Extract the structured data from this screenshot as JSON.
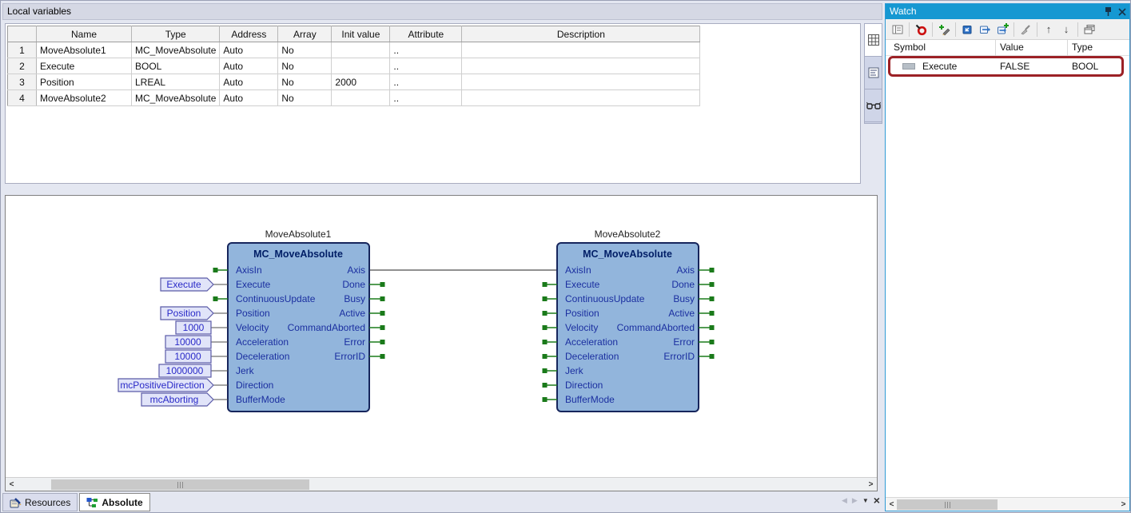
{
  "colors": {
    "titlebar_blue": "#1598d2",
    "block_fill": "#92b5dc",
    "block_border": "#16255c",
    "pin_green": "#1a7a1a",
    "tag_text_blue": "#2a2ac8",
    "watch_highlight_red": "#9c2126"
  },
  "local_variables": {
    "title": "Local variables",
    "table": {
      "headers": [
        "",
        "Name",
        "Type",
        "Address",
        "Array",
        "Init value",
        "Attribute",
        "Description"
      ],
      "rows": [
        [
          "1",
          "MoveAbsolute1",
          "MC_MoveAbsolute",
          "Auto",
          "No",
          "",
          "..",
          ""
        ],
        [
          "2",
          "Execute",
          "BOOL",
          "Auto",
          "No",
          "",
          "..",
          ""
        ],
        [
          "3",
          "Position",
          "LREAL",
          "Auto",
          "No",
          "2000",
          "..",
          ""
        ],
        [
          "4",
          "MoveAbsolute2",
          "MC_MoveAbsolute",
          "Auto",
          "No",
          "",
          "..",
          ""
        ]
      ]
    },
    "side_icons": [
      "grid-view-icon",
      "declaration-view-icon",
      "watch-glasses-icon"
    ]
  },
  "diagram": {
    "blocks": [
      {
        "instance": "MoveAbsolute1",
        "title": "MC_MoveAbsolute",
        "inputs": [
          "AxisIn",
          "Execute",
          "ContinuousUpdate",
          "Position",
          "Velocity",
          "Acceleration",
          "Deceleration",
          "Jerk",
          "Direction",
          "BufferMode"
        ],
        "outputs": [
          "Axis",
          "Done",
          "Busy",
          "Active",
          "CommandAborted",
          "Error",
          "ErrorID"
        ]
      },
      {
        "instance": "MoveAbsolute2",
        "title": "MC_MoveAbsolute",
        "inputs": [
          "AxisIn",
          "Execute",
          "ContinuousUpdate",
          "Position",
          "Velocity",
          "Acceleration",
          "Deceleration",
          "Jerk",
          "Direction",
          "BufferMode"
        ],
        "outputs": [
          "Axis",
          "Done",
          "Busy",
          "Active",
          "CommandAborted",
          "Error",
          "ErrorID"
        ]
      }
    ],
    "literals": {
      "execute": "Execute",
      "position": "Position",
      "velocity": "1000",
      "acceleration": "10000",
      "deceleration": "10000",
      "jerk": "1000000",
      "direction": "mcPositiveDirection",
      "buffermode": "mcAborting"
    }
  },
  "watch": {
    "title": "Watch",
    "columns": [
      "Symbol",
      "Value",
      "Type"
    ],
    "row": {
      "symbol": "Execute",
      "value": "FALSE",
      "type": "BOOL"
    },
    "toolbar_icons": [
      "watchlist-form-icon",
      "monitoring-icon",
      "write-values-icon",
      "force-values-icon",
      "unforce-values-icon",
      "add-force-icon",
      "clean-icon",
      "move-up-icon",
      "move-down-icon",
      "cascade-icon"
    ],
    "titlebar_icons": [
      "pin-icon",
      "close-icon"
    ]
  },
  "tabs": {
    "resources": "Resources",
    "absolute": "Absolute"
  }
}
